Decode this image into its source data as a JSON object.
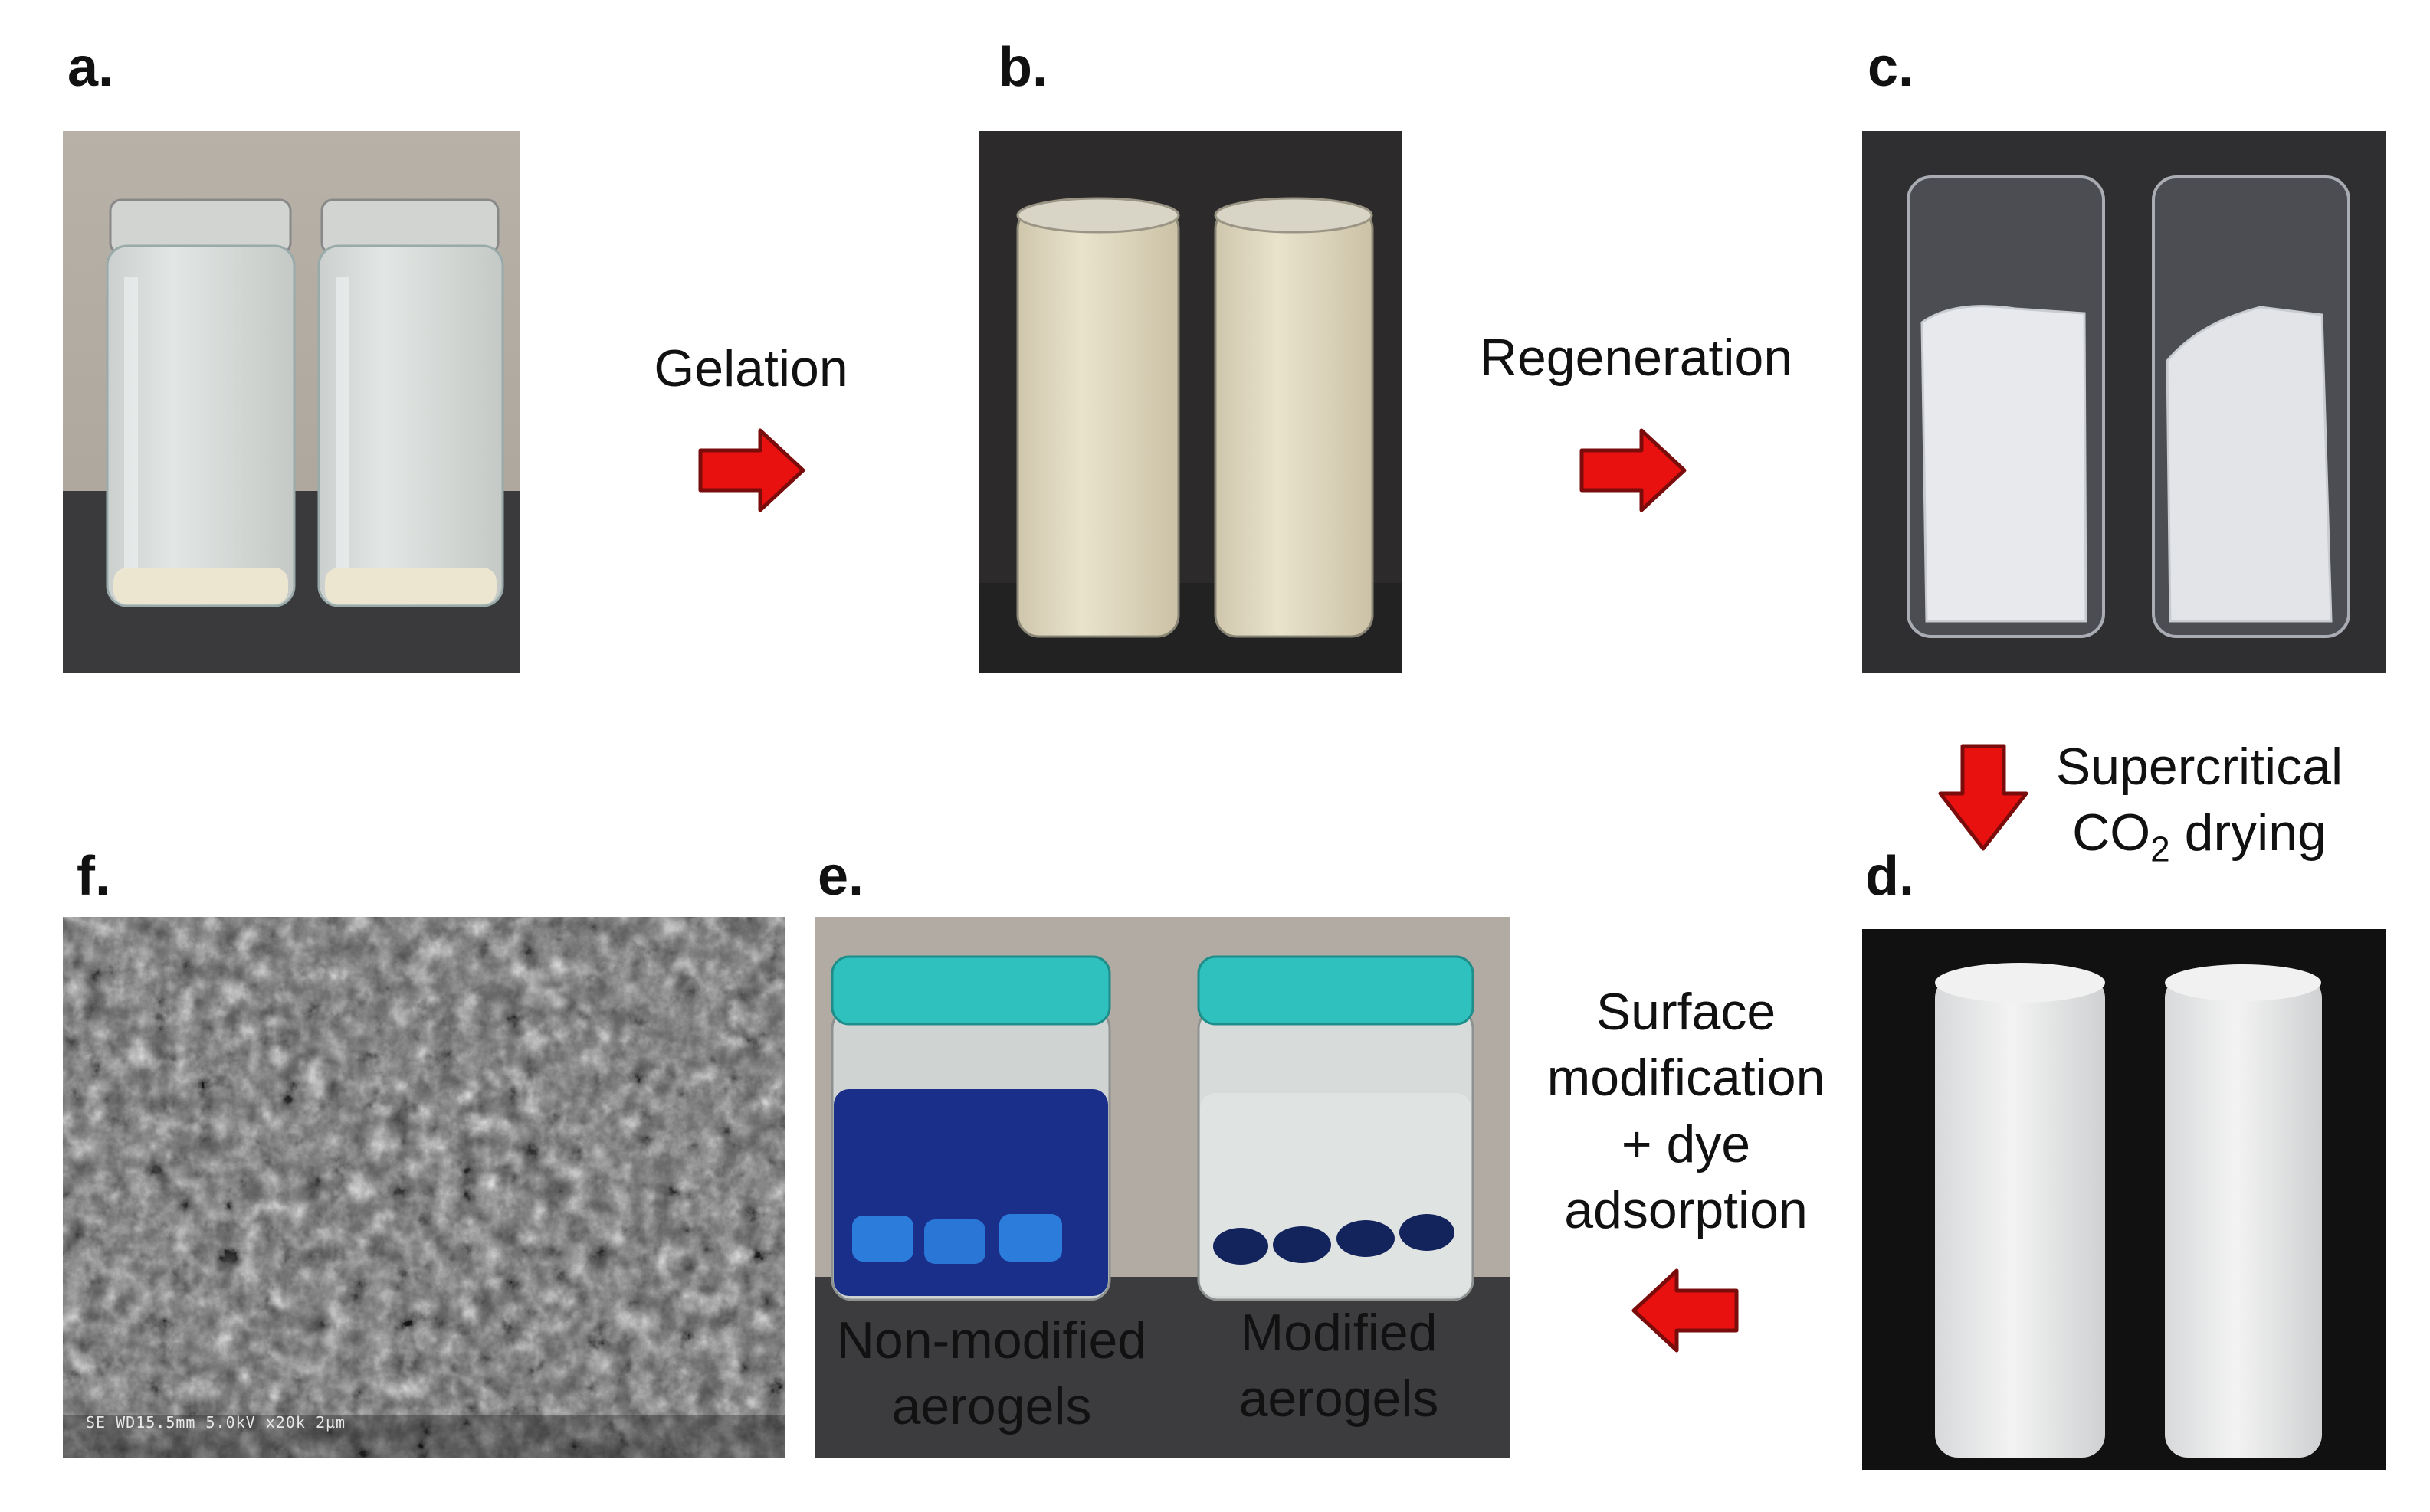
{
  "panels": {
    "a": {
      "label": "a."
    },
    "b": {
      "label": "b."
    },
    "c": {
      "label": "c."
    },
    "d": {
      "label": "d."
    },
    "e": {
      "label": "e.",
      "caption_left": "Non-modified\naerogels",
      "caption_right": "Modified\naerogels"
    },
    "f": {
      "label": "f.",
      "sem_info": "SE  WD15.5mm 5.0kV x20k  2µm"
    }
  },
  "steps": {
    "gelation": "Gelation",
    "regeneration": "Regeneration",
    "supercritical_line1": "Supercritical",
    "supercritical_co": "CO",
    "supercritical_sub": "2",
    "supercritical_rest": " drying",
    "surface_line1": "Surface",
    "surface_line2": "modification",
    "surface_line3": "+ dye",
    "surface_line4": "adsorption"
  },
  "colors": {
    "arrow_fill": "#e8110f",
    "arrow_stroke": "#7a0c0c",
    "cap_teal": "#2fc1bd",
    "dye_blue": "#1a2f8a"
  }
}
